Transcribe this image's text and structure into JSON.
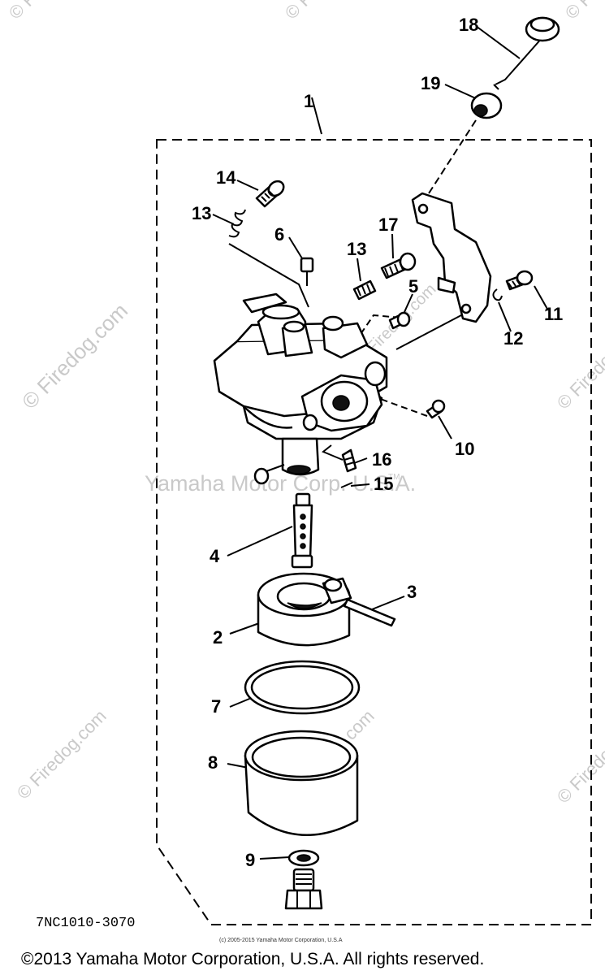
{
  "watermarks": {
    "firedog": "© Firedog.com",
    "yamaha_center": "Yamaha Motor Corp. U.S.A.",
    "tm": "TM"
  },
  "callouts": {
    "c1": "1",
    "c2": "2",
    "c3": "3",
    "c4": "4",
    "c5": "5",
    "c6": "6",
    "c7": "7",
    "c8": "8",
    "c9": "9",
    "c10": "10",
    "c11": "11",
    "c12": "12",
    "c13a": "13",
    "c13b": "13",
    "c14": "14",
    "c15": "15",
    "c16": "16",
    "c17": "17",
    "c18": "18",
    "c19": "19"
  },
  "diagram_code": "7NC1010-3070",
  "small_copyright": "(c) 2005-2015 Yamaha Motor Corporation, U.S.A",
  "footer_copyright": "©2013 Yamaha Motor Corporation, U.S.A. All rights reserved.",
  "colors": {
    "line": "#000000",
    "watermark": "#c9c9c9",
    "background": "#ffffff"
  }
}
